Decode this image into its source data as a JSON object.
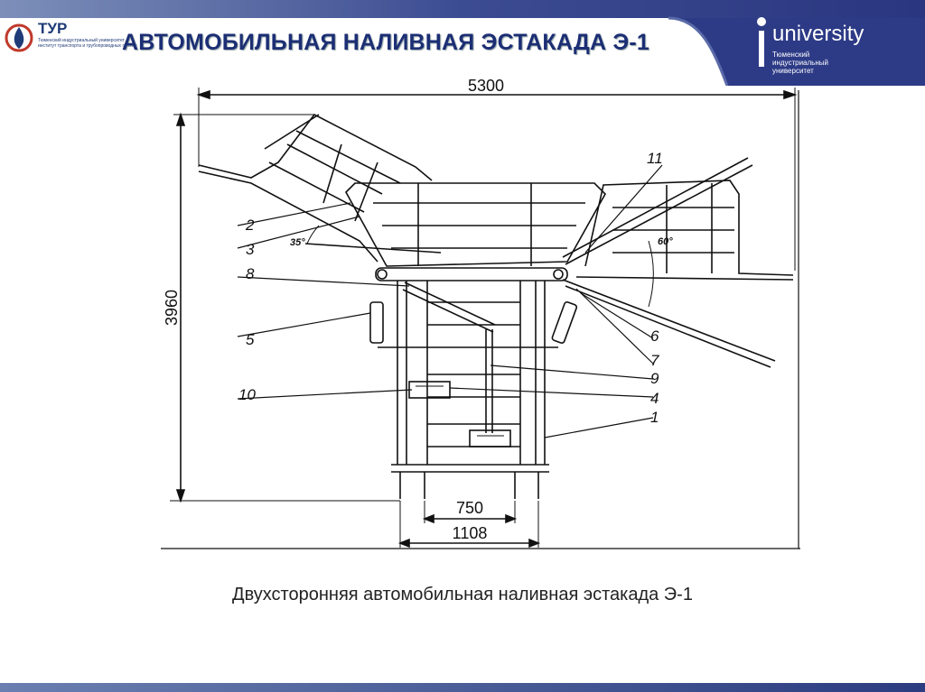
{
  "header": {
    "title": "АВТОМОБИЛЬНАЯ НАЛИВНАЯ ЭСТАКАДА Э-1",
    "left_logo": {
      "name": "ТУР",
      "subtitle": "Тюменский индустриальный университет институт транспорта и трубопроводных систем"
    },
    "right_logo": {
      "name": "university",
      "subtitle": "Тюменский индустриальный университет"
    },
    "colors": {
      "header_dark": "#2d3a86",
      "title": "#1c2e74"
    }
  },
  "drawing": {
    "dimensions": {
      "width_total": "5300",
      "height_total": "3960",
      "inner_width": "750",
      "outer_width": "1108"
    },
    "angles": {
      "left": "35°",
      "right": "60°"
    },
    "labels_left": [
      "2",
      "3",
      "8",
      "5",
      "10"
    ],
    "labels_right": [
      "11",
      "6",
      "7",
      "9",
      "4",
      "1"
    ]
  },
  "caption": "Двухсторонняя автомобильная наливная эстакада Э-1"
}
